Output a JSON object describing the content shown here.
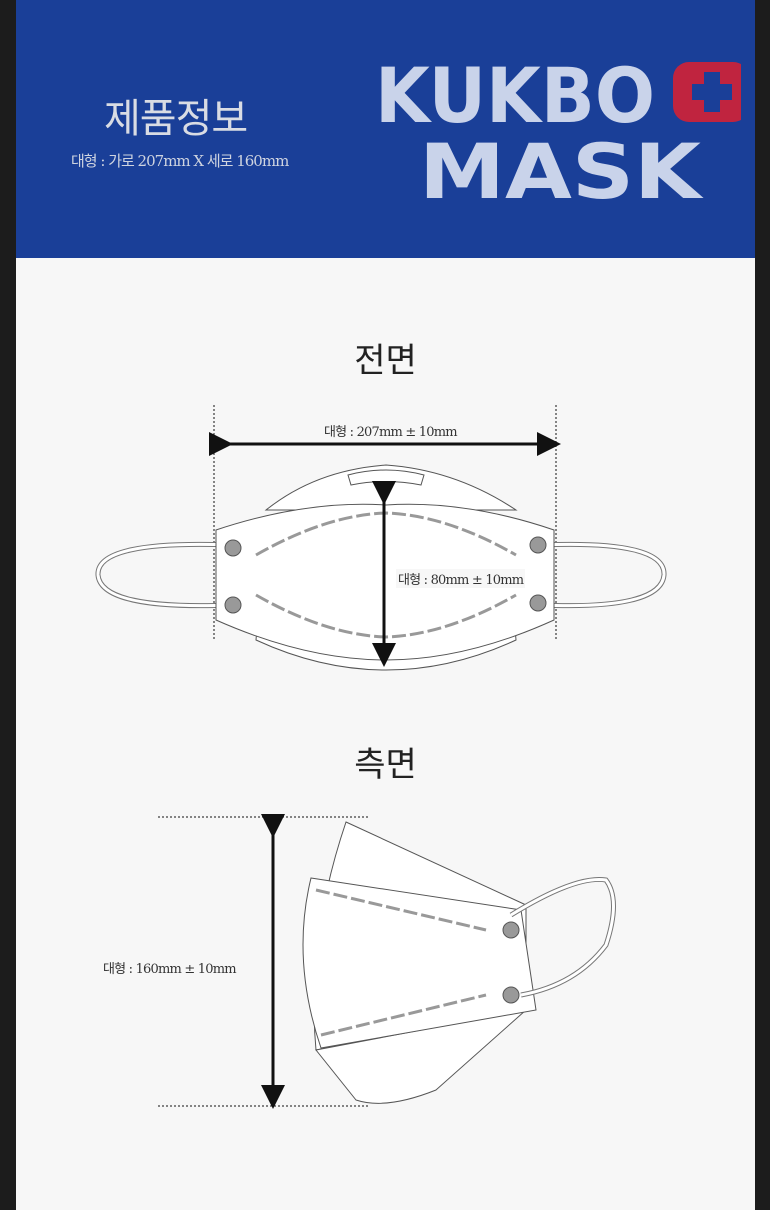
{
  "header": {
    "title": "제품정보",
    "subtitle": "대형 : 가로 207mm X 세로 160mm",
    "logo_line1": "KUKBO",
    "logo_line2": "MASK",
    "brand_color": "#1a3f98",
    "accent_color": "#c0243f"
  },
  "front": {
    "heading": "전면",
    "width_label": "대형 : 207mm ± 10mm",
    "height_label": "대형 : 80mm ± 10mm"
  },
  "side": {
    "heading": "측면",
    "height_label": "대형 : 160mm ± 10mm"
  }
}
